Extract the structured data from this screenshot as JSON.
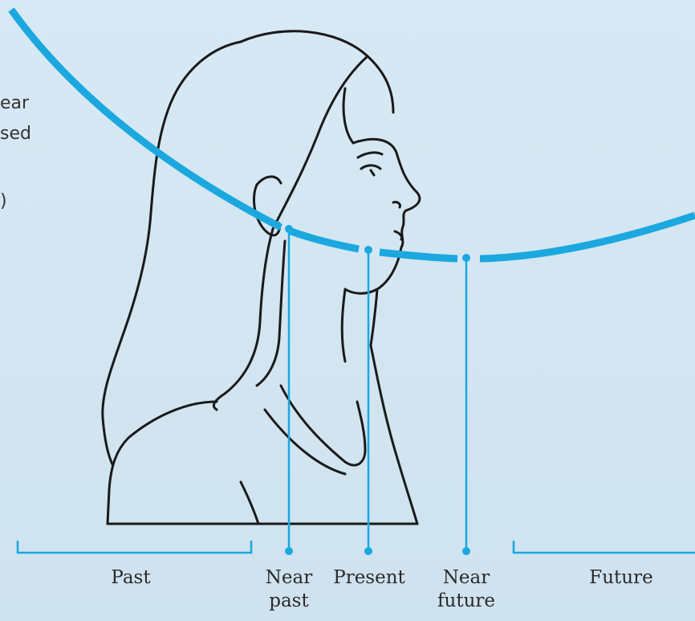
{
  "colors": {
    "accent": "#1aa8df",
    "ink": "#1a1a1a",
    "background": "#d4e6f2"
  },
  "side_text": {
    "line1": "ear",
    "line2": "sed",
    "line3": ")"
  },
  "timeline": {
    "past": "Past",
    "near_past_line1": "Near",
    "near_past_line2": "past",
    "present": "Present",
    "near_future_line1": "Near",
    "near_future_line2": "future",
    "future": "Future"
  }
}
